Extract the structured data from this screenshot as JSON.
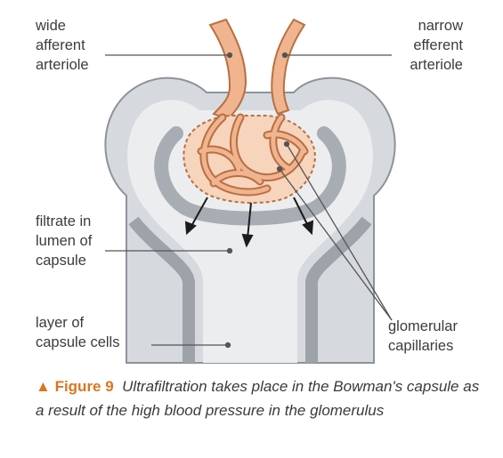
{
  "labels": {
    "afferent": [
      "wide",
      "afferent",
      "arteriole"
    ],
    "efferent": [
      "narrow",
      "efferent",
      "arteriole"
    ],
    "filtrate": [
      "filtrate in",
      "lumen of",
      "capsule"
    ],
    "layer": [
      "layer of",
      "capsule cells"
    ],
    "glomerular": [
      "glomerular",
      "capillaries"
    ]
  },
  "caption": {
    "marker": "▲",
    "figure": "Figure 9",
    "text": "Ultrafiltration takes place in the Bowman's capsule as a result of the high blood pressure in the glomerulus"
  },
  "colors": {
    "capsule_outer": "#d6dadf",
    "capsule_wall": "#9ea3a9",
    "capillary_fill": "#f0b48e",
    "capillary_stroke": "#b76f43",
    "leader_line": "#555555",
    "accent": "#d9761f"
  }
}
